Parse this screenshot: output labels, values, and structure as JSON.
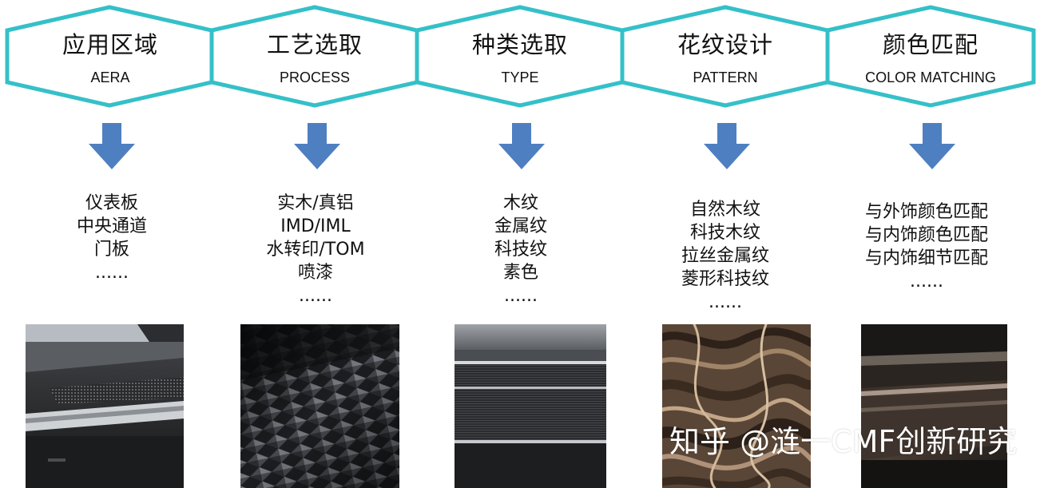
{
  "colors": {
    "hex_border": "#35C0C8",
    "arrow_fill": "#4E7FC1",
    "text": "#111111"
  },
  "steps": [
    {
      "title": "应用区域",
      "subtitle": "AERA",
      "items": [
        "仪表板",
        "中央通道",
        "门板",
        "......"
      ],
      "photo": "dashboard-photo"
    },
    {
      "title": "工艺选取",
      "subtitle": "PROCESS",
      "items": [
        "实木/真铝",
        "IMD/IML",
        "水转印/TOM",
        "喷漆",
        "......"
      ],
      "photo": "diamond-texture-photo"
    },
    {
      "title": "种类选取",
      "subtitle": "TYPE",
      "items": [
        "木纹",
        "金属纹",
        "科技纹",
        "素色",
        "......"
      ],
      "photo": "brushed-trim-photo"
    },
    {
      "title": "花纹设计",
      "subtitle": "PATTERN",
      "items": [
        "自然木纹",
        "科技木纹",
        "拉丝金属纹",
        "菱形科技纹",
        "......"
      ],
      "photo": "wood-grain-photo"
    },
    {
      "title": "颜色匹配",
      "subtitle": "COLOR MATCHING",
      "items": [
        "与外饰颜色匹配",
        "与内饰颜色匹配",
        "与内饰细节匹配",
        "......"
      ],
      "photo": "door-panel-photo"
    }
  ],
  "watermark": "知乎 @涟一CMF创新研究"
}
